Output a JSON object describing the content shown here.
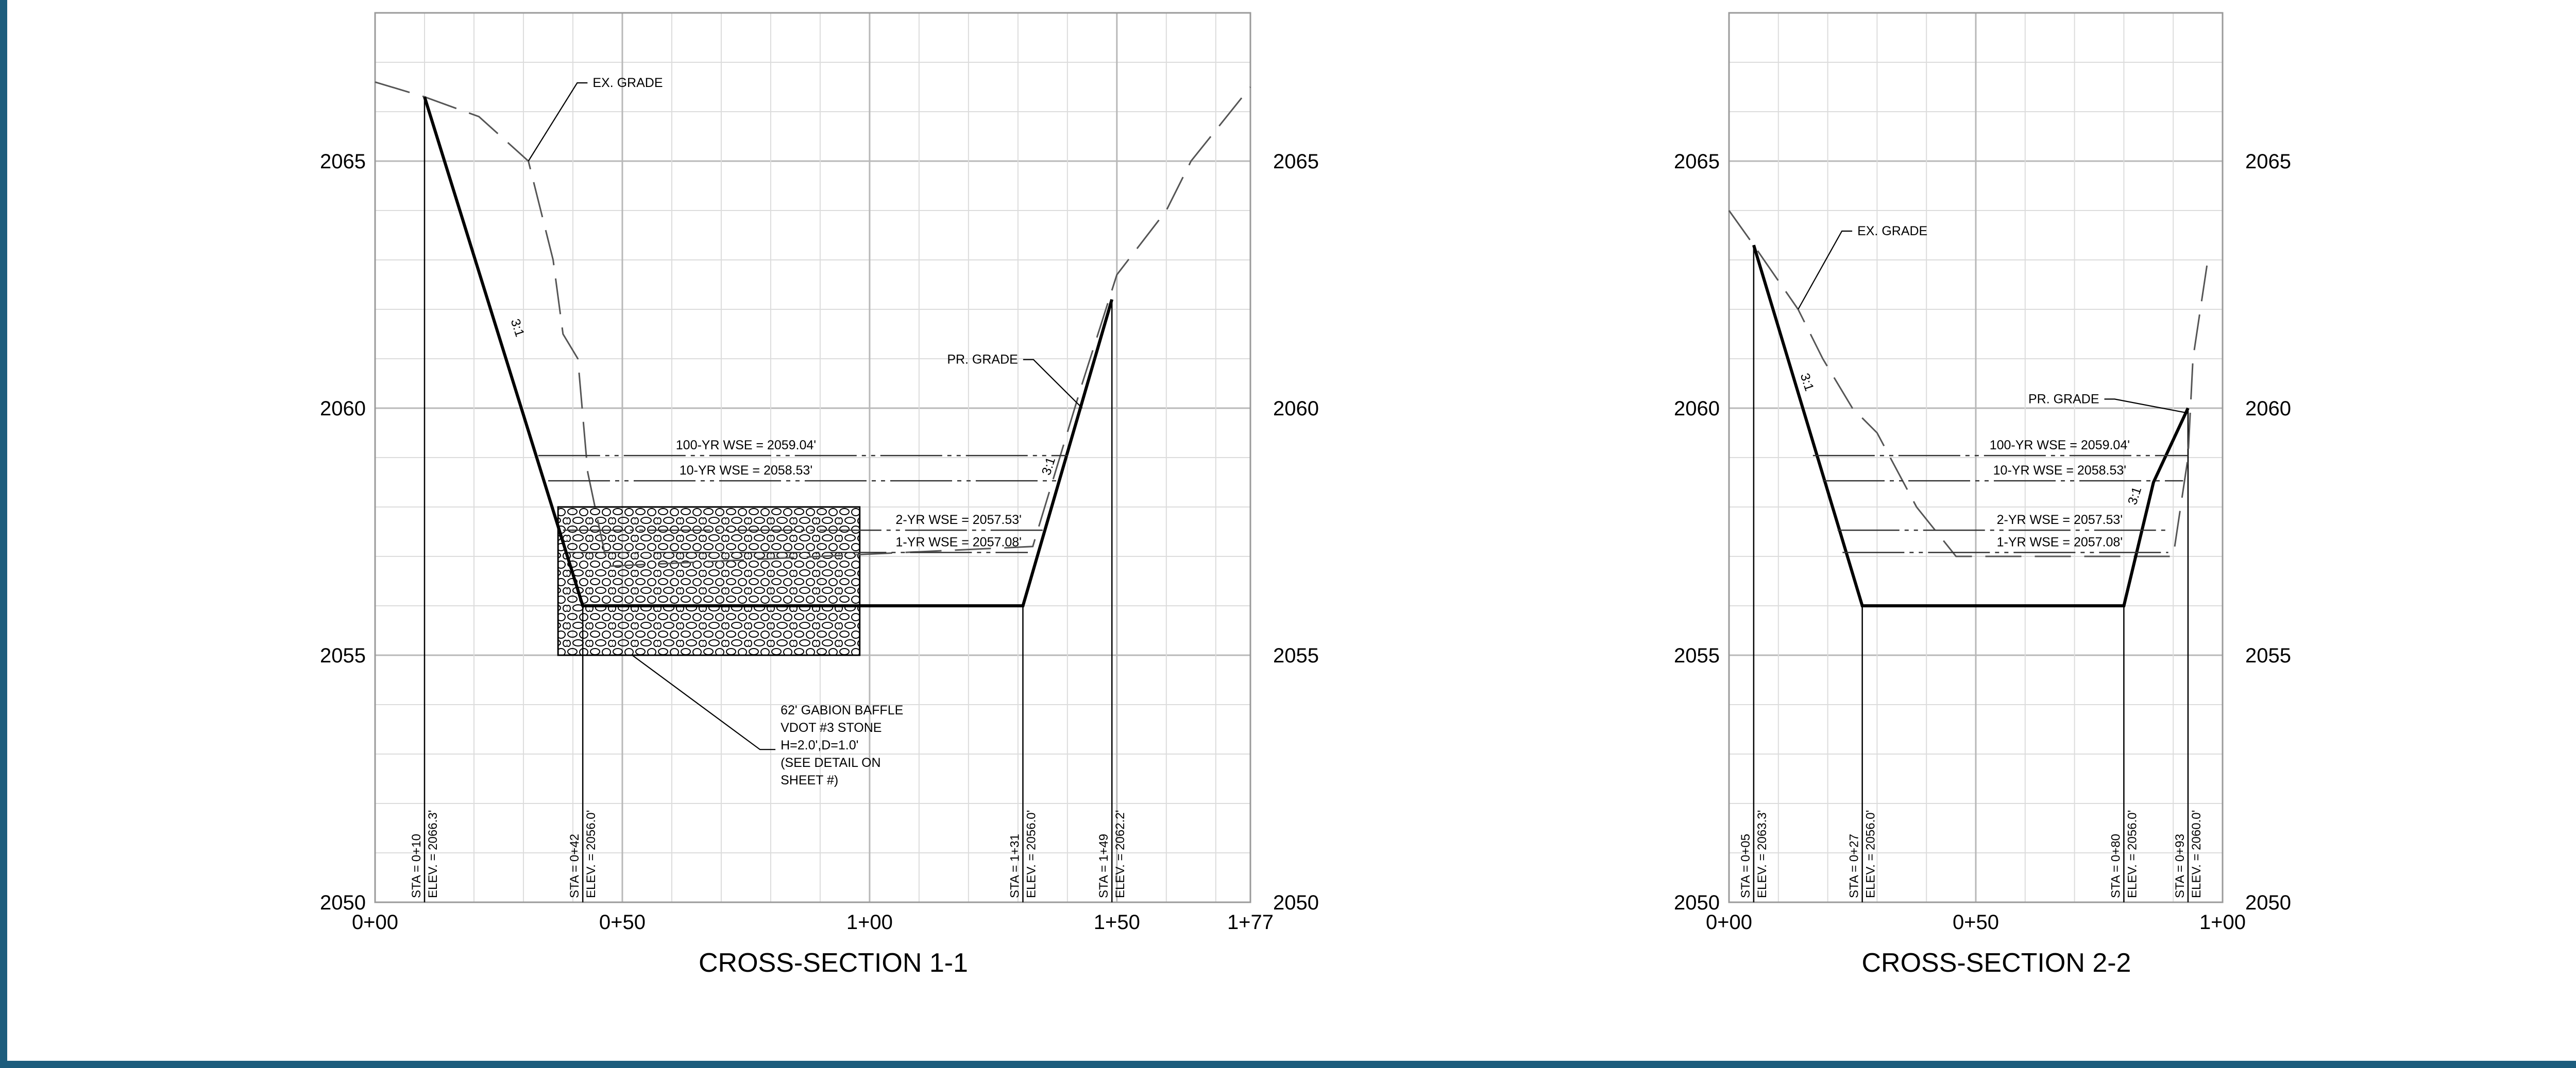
{
  "frame_color": "#1d5d7d",
  "sections": [
    {
      "title": "CROSS-SECTION 1-1",
      "x_range": [
        0,
        177
      ],
      "y_range": [
        2050,
        2068
      ],
      "x_ticks": [
        {
          "sta": 0,
          "label": "0+00"
        },
        {
          "sta": 50,
          "label": "0+50"
        },
        {
          "sta": 100,
          "label": "1+00"
        },
        {
          "sta": 150,
          "label": "1+50"
        },
        {
          "sta": 177,
          "label": "1+77"
        }
      ],
      "y_ticks": [
        2050,
        2055,
        2060,
        2065
      ],
      "existing_grade": [
        [
          0,
          2066.6
        ],
        [
          10,
          2066.3
        ],
        [
          21,
          2065.9
        ],
        [
          31,
          2065
        ],
        [
          36,
          2063
        ],
        [
          38,
          2061.5
        ],
        [
          41,
          2061
        ],
        [
          43,
          2058.7
        ],
        [
          47,
          2056.8
        ],
        [
          133,
          2057.2
        ],
        [
          143,
          2060.5
        ],
        [
          150,
          2062.7
        ],
        [
          160,
          2064
        ],
        [
          165,
          2065
        ],
        [
          177,
          2066.5
        ]
      ],
      "proposed_grade": [
        [
          10,
          2066.3
        ],
        [
          42,
          2056.0
        ],
        [
          131,
          2056.0
        ],
        [
          149,
          2062.2
        ]
      ],
      "stations": [
        {
          "sta": 10,
          "label_sta": "STA = 0+10",
          "label_elev": "ELEV. = 2066.3'",
          "top": 2066.3
        },
        {
          "sta": 42,
          "label_sta": "STA = 0+42",
          "label_elev": "ELEV. = 2056.0'",
          "top": 2056.0
        },
        {
          "sta": 131,
          "label_sta": "STA = 1+31",
          "label_elev": "ELEV. = 2056.0'",
          "top": 2056.0
        },
        {
          "sta": 149,
          "label_sta": "STA = 1+49",
          "label_elev": "ELEV. = 2062.2'",
          "top": 2062.2
        }
      ],
      "wse": [
        {
          "label": "100-YR WSE = 2059.04'",
          "elev": 2059.04,
          "x1": 33,
          "x2": 140,
          "label_sta": 75
        },
        {
          "label": "10-YR WSE = 2058.53'",
          "elev": 2058.53,
          "x1": 35,
          "x2": 138,
          "label_sta": 75
        },
        {
          "label": "2-YR WSE = 2057.53'",
          "elev": 2057.53,
          "x1": 38,
          "x2": 135,
          "label_sta": 118
        },
        {
          "label": "1-YR WSE = 2057.08'",
          "elev": 2057.08,
          "x1": 39,
          "x2": 132,
          "label_sta": 118
        }
      ],
      "slope_labels": [
        {
          "text": "3:1",
          "sta": 28,
          "elev": 2061.6,
          "angle": 72
        },
        {
          "text": "3:1",
          "sta": 137,
          "elev": 2058.8,
          "angle": -72
        }
      ],
      "gabion": {
        "x1": 37,
        "x2": 98,
        "y1": 2055,
        "y2": 2058
      },
      "ex_grade_note": {
        "text": "EX. GRADE",
        "sta": 44,
        "elev": 2066.5,
        "target_sta": 31,
        "target_elev": 2065
      },
      "pr_grade_note": {
        "text": "PR. GRADE",
        "sta": 130,
        "elev": 2060.9,
        "target_sta": 143,
        "target_elev": 2060
      },
      "gabion_note": {
        "lines": [
          "62' GABION BAFFLE",
          "VDOT #3 STONE",
          "H=2.0',D=1.0'",
          "(SEE DETAIL ON",
          "SHEET #)"
        ],
        "sta": 82,
        "elev": 2053.8,
        "target_sta": 52,
        "target_elev": 2055
      }
    },
    {
      "title": "CROSS-SECTION 2-2",
      "x_range": [
        0,
        100
      ],
      "y_range": [
        2050,
        2068
      ],
      "x_ticks": [
        {
          "sta": 0,
          "label": "0+00"
        },
        {
          "sta": 50,
          "label": "0+50"
        },
        {
          "sta": 100,
          "label": "1+00"
        }
      ],
      "y_ticks": [
        2050,
        2055,
        2060,
        2065
      ],
      "existing_grade": [
        [
          0,
          2064
        ],
        [
          5,
          2063.3
        ],
        [
          14,
          2062
        ],
        [
          19,
          2061
        ],
        [
          25,
          2060
        ],
        [
          30,
          2059.5
        ],
        [
          38,
          2058
        ],
        [
          46,
          2057
        ],
        [
          90,
          2057
        ],
        [
          93,
          2059
        ],
        [
          94,
          2061
        ],
        [
          97,
          2063
        ]
      ],
      "proposed_grade": [
        [
          5,
          2063.3
        ],
        [
          27,
          2056.0
        ],
        [
          80,
          2056.0
        ],
        [
          86,
          2058.5
        ],
        [
          93,
          2060.0
        ]
      ],
      "stations": [
        {
          "sta": 5,
          "label_sta": "STA = 0+05",
          "label_elev": "ELEV. = 2063.3'",
          "top": 2063.3
        },
        {
          "sta": 27,
          "label_sta": "STA = 0+27",
          "label_elev": "ELEV. = 2056.0'",
          "top": 2056.0
        },
        {
          "sta": 80,
          "label_sta": "STA = 0+80",
          "label_elev": "ELEV. = 2056.0'",
          "top": 2056.0
        },
        {
          "sta": 93,
          "label_sta": "STA = 0+93",
          "label_elev": "ELEV. = 2060.0'",
          "top": 2060.0
        }
      ],
      "wse": [
        {
          "label": "100-YR WSE = 2059.04'",
          "elev": 2059.04,
          "x1": 17,
          "x2": 93,
          "label_sta": 67
        },
        {
          "label": "10-YR WSE = 2058.53'",
          "elev": 2058.53,
          "x1": 19,
          "x2": 92,
          "label_sta": 67
        },
        {
          "label": "2-YR WSE = 2057.53'",
          "elev": 2057.53,
          "x1": 22,
          "x2": 89,
          "label_sta": 67
        },
        {
          "label": "1-YR WSE = 2057.08'",
          "elev": 2057.08,
          "x1": 23,
          "x2": 89,
          "label_sta": 67
        }
      ],
      "slope_labels": [
        {
          "text": "3:1",
          "sta": 15,
          "elev": 2060.5,
          "angle": 72
        },
        {
          "text": "3:1",
          "sta": 83,
          "elev": 2058.2,
          "angle": -72
        }
      ],
      "gabion": null,
      "ex_grade_note": {
        "text": "EX. GRADE",
        "sta": 26,
        "elev": 2063.5,
        "target_sta": 14,
        "target_elev": 2062
      },
      "pr_grade_note": {
        "text": "PR. GRADE",
        "sta": 75,
        "elev": 2060.1,
        "target_sta": 93,
        "target_elev": 2059.9
      },
      "gabion_note": null
    }
  ]
}
